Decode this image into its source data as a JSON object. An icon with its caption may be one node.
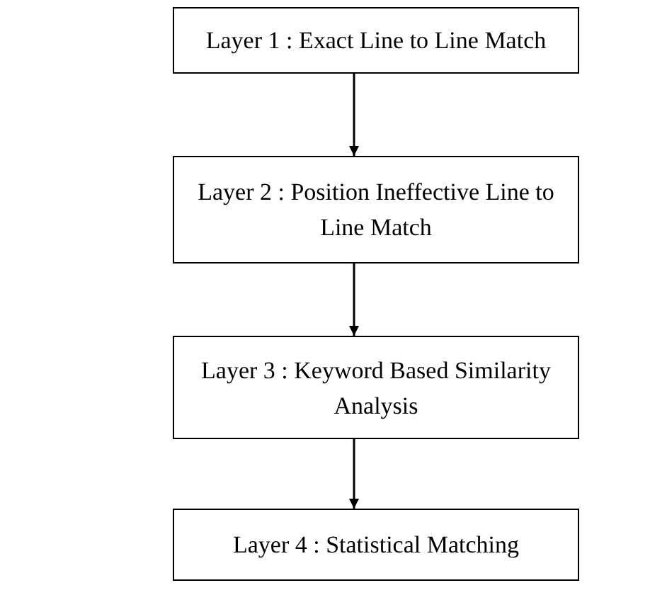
{
  "diagram": {
    "nodes": [
      {
        "text": [
          "Layer 1 : Exact Line to Line Match"
        ]
      },
      {
        "text": [
          "Layer 2 : Position Ineffective Line to Line Match"
        ]
      },
      {
        "text": [
          "Layer 3 : Keyword Based Similarity Analysis"
        ]
      },
      {
        "text": [
          "Layer 4 : Statistical Matching"
        ]
      }
    ],
    "edges": [
      {
        "from": 0,
        "to": 1,
        "arrow": "to"
      },
      {
        "from": 1,
        "to": 2,
        "arrow": "to"
      },
      {
        "from": 2,
        "to": 3,
        "arrow": "to"
      }
    ]
  }
}
